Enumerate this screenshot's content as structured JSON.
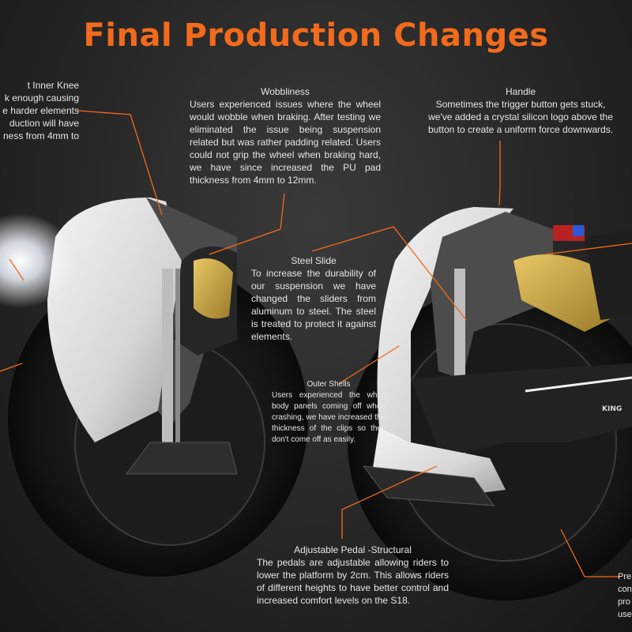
{
  "title": "Final Production Changes",
  "accent_color": "#f26a1b",
  "annotations": {
    "inner_knee": {
      "lines": [
        "t Inner Knee",
        "k enough causing",
        "e harder elements",
        "duction will have",
        "ness from 4mm to"
      ]
    },
    "wobbliness": {
      "heading": "Wobbliness",
      "body": "Users experienced issues where the wheel would wobble when braking. After testing we eliminated the issue being suspension related but was rather padding related. Users could not grip the wheel when braking hard, we have since increased the PU pad thickness from 4mm to 12mm."
    },
    "handle": {
      "heading": "Handle",
      "body": "Sometimes the trigger button gets stuck, we've added a crystal silicon logo above the button to create a uniform force downwards."
    },
    "steel_slide": {
      "heading": "Steel Slide",
      "body": "To increase the durability of our suspension we have changed the sliders from aluminum to steel. The steel is treated to protect it against elements."
    },
    "outer_shells": {
      "heading": "Outer Shells",
      "body": "Users experienced the white body panels coming off when crashing, we have increased the thickness of the clips so they don't come off as easily."
    },
    "pedal": {
      "heading": "Adjustable Pedal -Structural",
      "body": "The pedals are adjustable allowing riders to lower the platform by 2cm. This allows riders of different heights to have better control and increased comfort levels on the S18."
    },
    "pre_cut": {
      "lines": [
        "Pre",
        "con",
        "pro",
        "use"
      ]
    }
  },
  "product_logo": "KING"
}
